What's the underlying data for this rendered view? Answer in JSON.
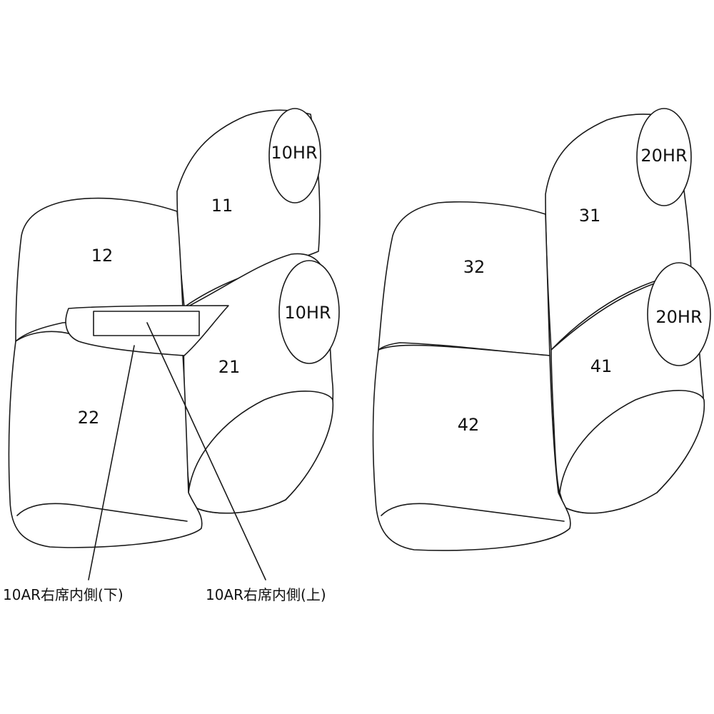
{
  "left_seat": {
    "headrest_upper": "10HR",
    "headrest_lower": "10HR",
    "back_upper": "11",
    "back_left": "12",
    "cushion_right": "21",
    "cushion_left": "22"
  },
  "right_seat": {
    "headrest_upper": "20HR",
    "headrest_lower": "20HR",
    "back_upper": "31",
    "back_left": "32",
    "cushion_right": "41",
    "cushion_left": "42"
  },
  "callouts": {
    "lower": "10AR右席内側(下)",
    "upper": "10AR右席内側(上)"
  }
}
